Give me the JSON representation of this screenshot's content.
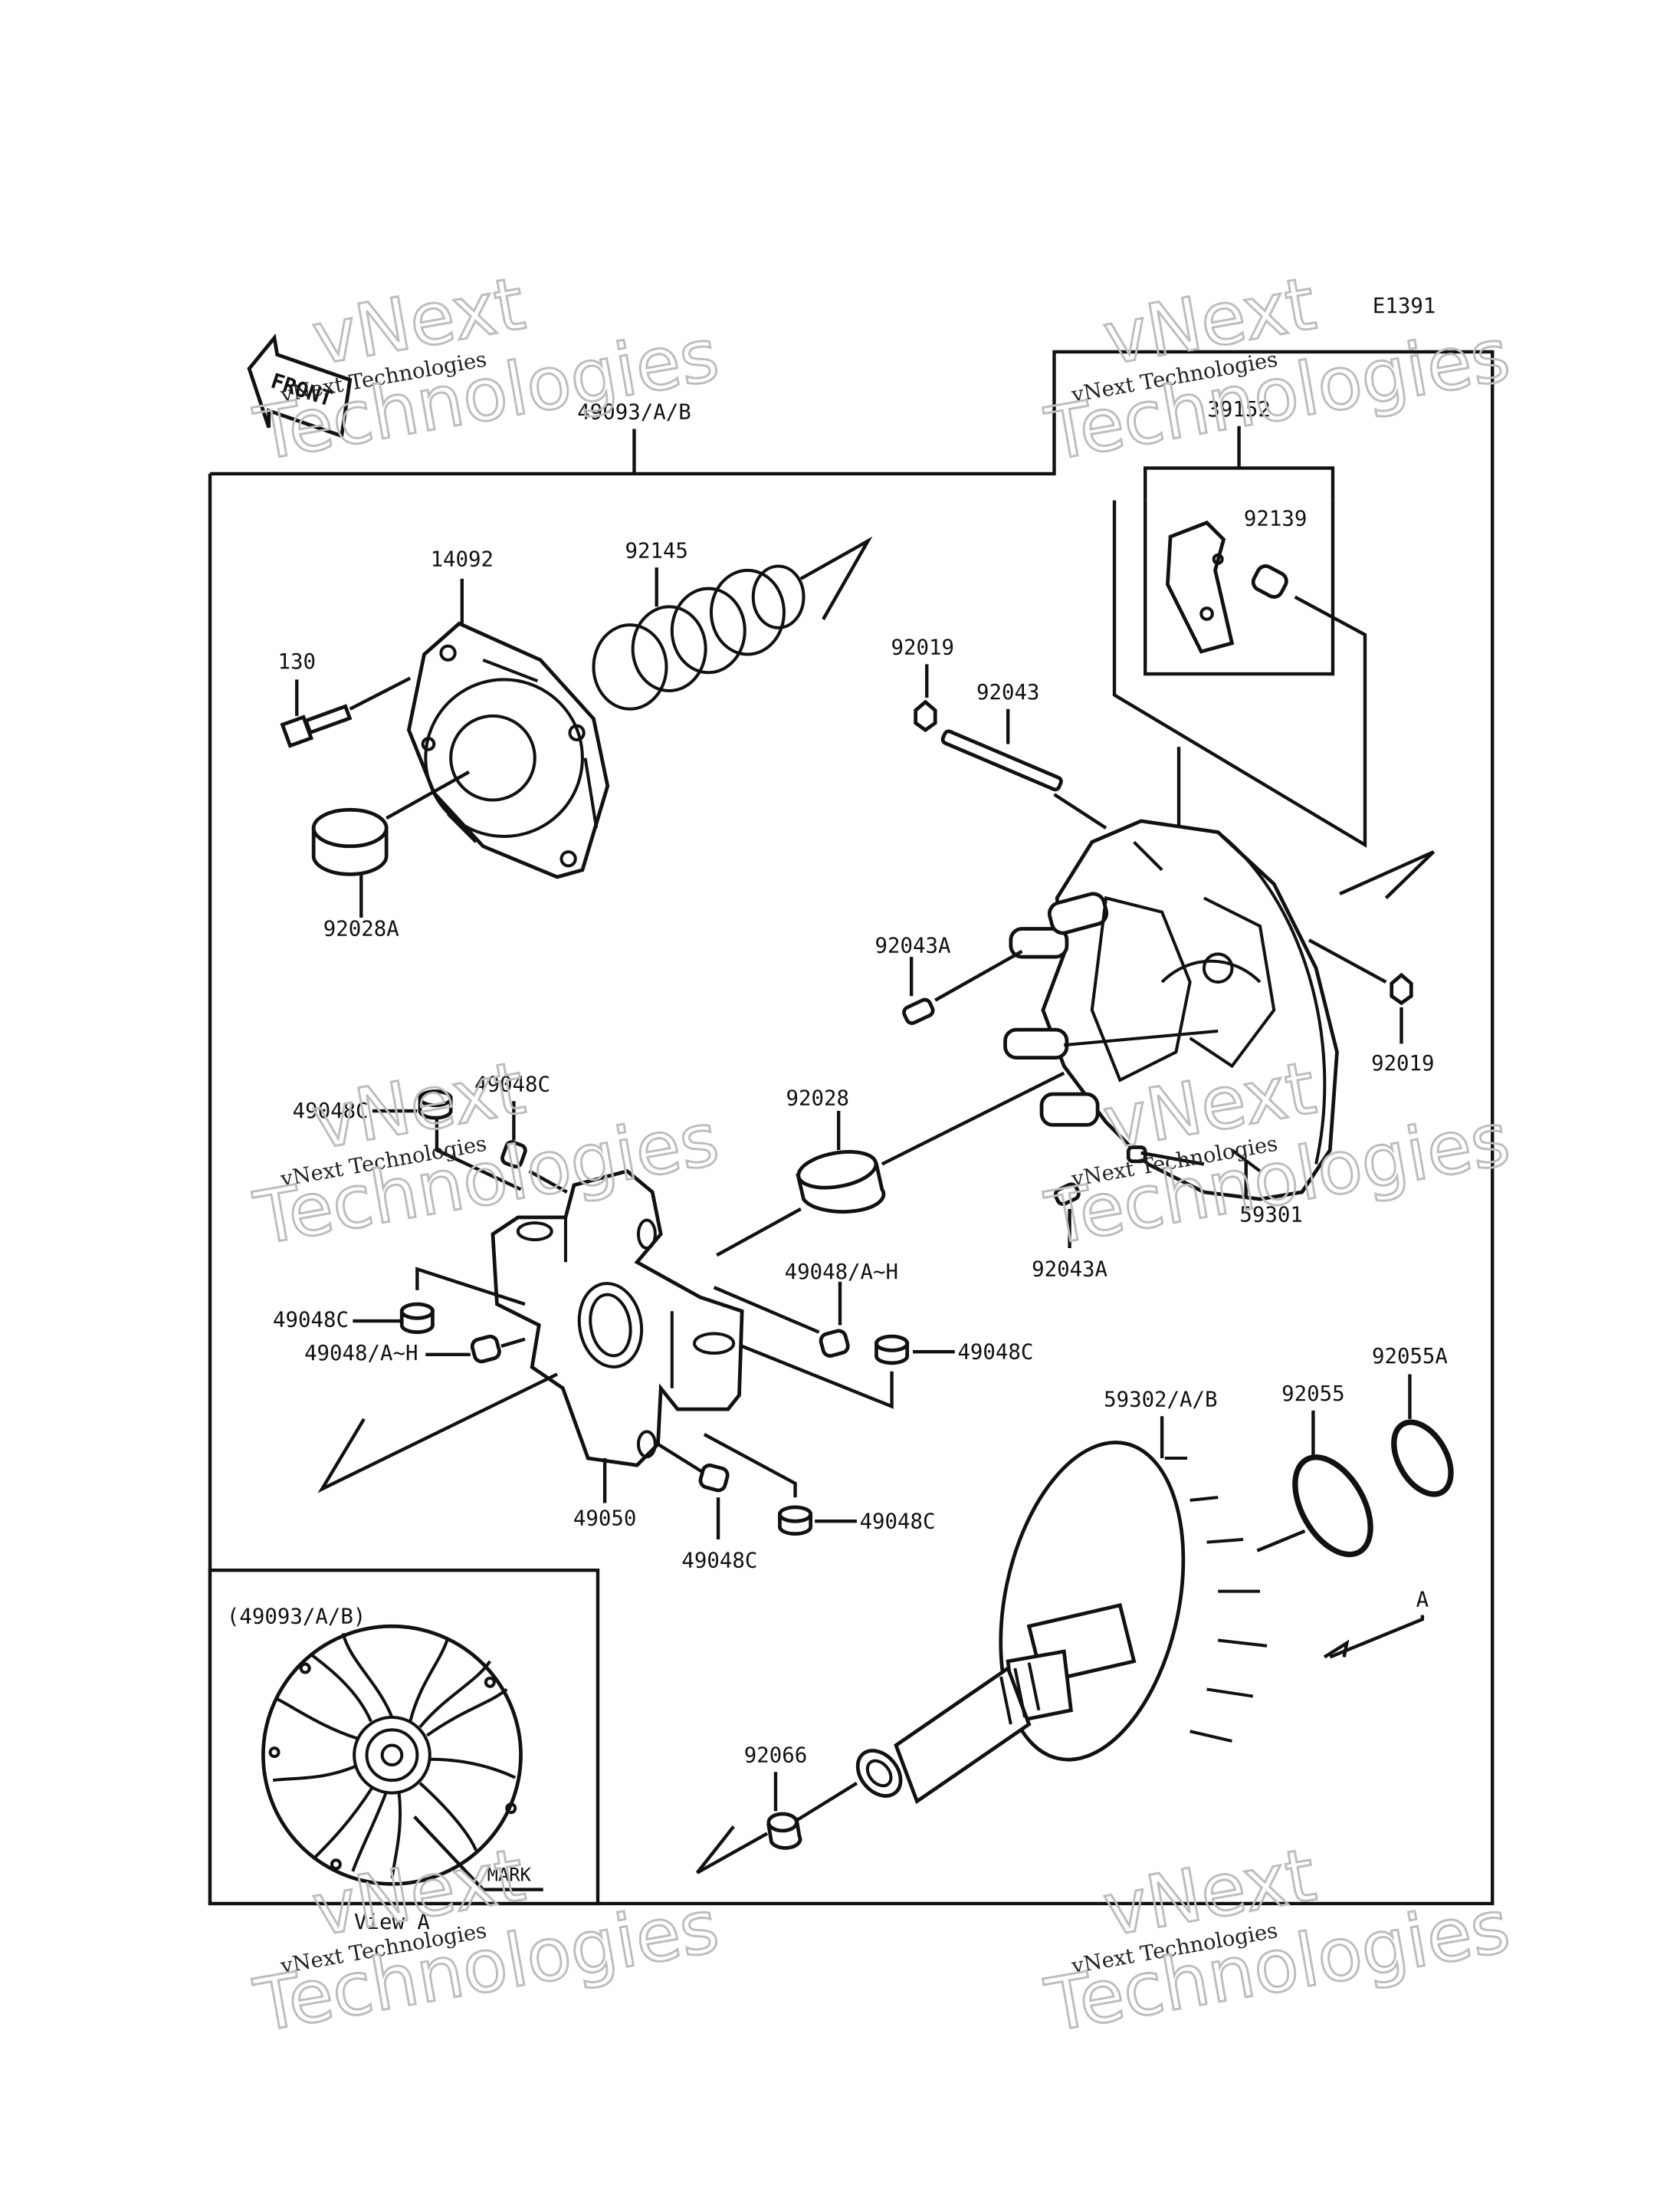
{
  "diagram_code": "E1391",
  "front_label": "FRONT",
  "view_label": "View A",
  "view_letter": "A",
  "inset_title": "(49093/A/B)",
  "mark_label": "MARK",
  "watermark": {
    "line1": "vNext",
    "line2": "vNext Technologies",
    "line3": "Technologies"
  },
  "parts": {
    "p49093": "49093/A/B",
    "p39152": "39152",
    "p92139": "92139",
    "p14092": "14092",
    "p92145": "92145",
    "p130": "130",
    "p92019_top": "92019",
    "p92043": "92043",
    "p92028A": "92028A",
    "p92043A_top": "92043A",
    "p92019_right": "92019",
    "p49048C_1": "49048C",
    "p49048C_2": "49048C",
    "p92028": "92028",
    "p59301": "59301",
    "p92043A_bottom": "92043A",
    "p49048AH_1": "49048/A~H",
    "p49048C_3": "49048C",
    "p49048C_4": "49048C",
    "p49048AH_2": "49048/A~H",
    "p49050": "49050",
    "p49048C_5": "49048C",
    "p49048C_6": "49048C",
    "p59302": "59302/A/B",
    "p92055": "92055",
    "p92055A": "92055A",
    "p92066": "92066"
  }
}
